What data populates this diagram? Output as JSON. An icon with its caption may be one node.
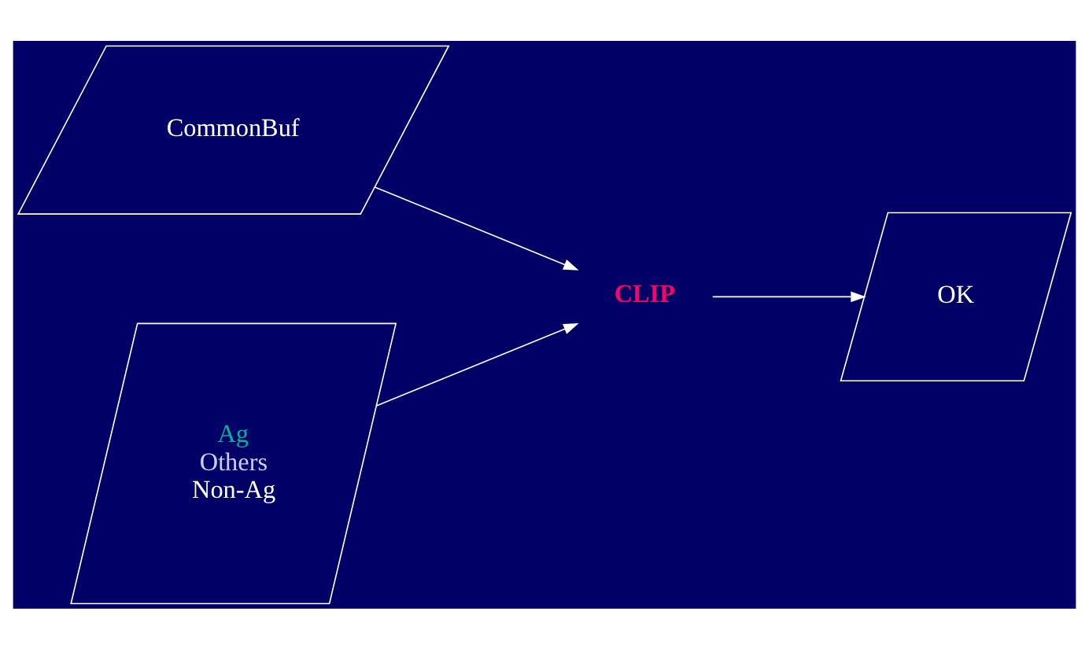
{
  "diagram": {
    "nodes": [
      {
        "text": [
          "CommonBuf"
        ]
      },
      {
        "text": [
          "Ag",
          "Others",
          "Non-Ag"
        ]
      },
      {
        "text": [
          "CLIP"
        ]
      },
      {
        "text": [
          "OK"
        ]
      }
    ],
    "edges": [
      {
        "from": 0,
        "to": 2,
        "arrow": "to"
      },
      {
        "from": 1,
        "to": 2,
        "arrow": "to"
      },
      {
        "from": 2,
        "to": 3,
        "arrow": "to"
      }
    ]
  }
}
